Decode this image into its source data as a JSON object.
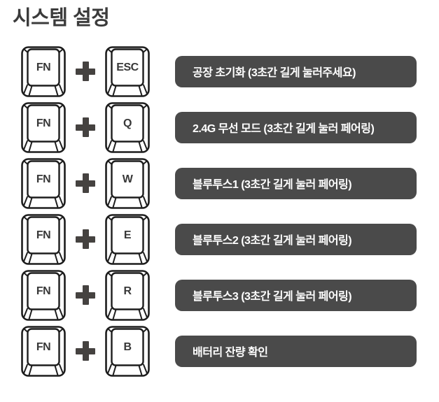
{
  "page": {
    "title": "시스템 설정"
  },
  "colors": {
    "background": "#ffffff",
    "title_text": "#3b3b3b",
    "pill_background": "#4a4a4a",
    "pill_text": "#ffffff",
    "keycap_outline": "#1d1d1d",
    "keycap_label": "#383838",
    "plus_symbol": "#454240"
  },
  "icons": {
    "keycap": "keycap-outline-icon",
    "plus": "+"
  },
  "shortcuts": [
    {
      "modifier": "FN",
      "key": "ESC",
      "description": "공장 초기화 (3초간 길게 눌러주세요)"
    },
    {
      "modifier": "FN",
      "key": "Q",
      "description": "2.4G 무선 모드 (3초간 길게 눌러 페어링)"
    },
    {
      "modifier": "FN",
      "key": "W",
      "description": "블루투스1 (3초간 길게 눌러 페어링)"
    },
    {
      "modifier": "FN",
      "key": "E",
      "description": "블루투스2 (3초간 길게 눌러 페어링)"
    },
    {
      "modifier": "FN",
      "key": "R",
      "description": "블루투스3 (3초간 길게 눌러 페어링)"
    },
    {
      "modifier": "FN",
      "key": "B",
      "description": "배터리 잔량 확인"
    }
  ]
}
